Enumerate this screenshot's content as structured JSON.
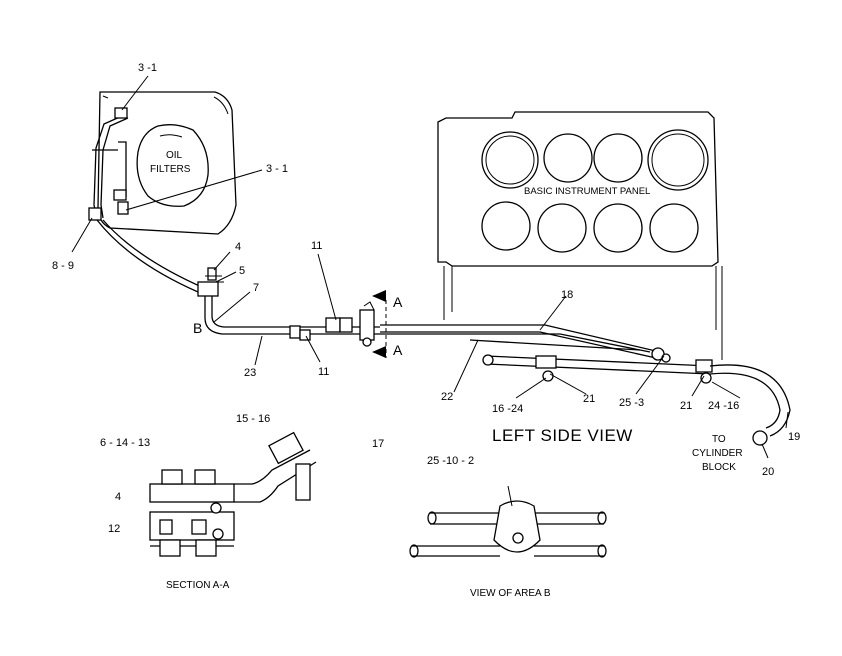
{
  "labels": {
    "callout_3_1_top": "3 -1",
    "callout_3_1_mid": "3 - 1",
    "callout_8_9": "8 - 9",
    "callout_4_top": "4",
    "callout_5": "5",
    "callout_7": "7",
    "callout_b": "B",
    "callout_23": "23",
    "callout_11_top": "11",
    "callout_11_bottom": "11",
    "callout_a_top": "A",
    "callout_a_bottom": "A",
    "callout_18": "18",
    "callout_22": "22",
    "callout_16_24": "16 -24",
    "callout_21_left": "21",
    "callout_25_3": "25 -3",
    "callout_21_right": "21",
    "callout_24_16": "24 -16",
    "callout_19": "19",
    "callout_20": "20",
    "callout_15_16": "15 - 16",
    "callout_17": "17",
    "callout_6_14_13": "6 - 14 - 13",
    "callout_4_bottom": "4",
    "callout_12": "12",
    "callout_25_10_2": "25 -10 - 2"
  },
  "components": {
    "oil_filters_line1": "OIL",
    "oil_filters_line2": "FILTERS",
    "instrument_panel": "BASIC INSTRUMENT PANEL",
    "to_cylinder_block_line1": "TO",
    "to_cylinder_block_line2": "CYLINDER",
    "to_cylinder_block_line3": "BLOCK"
  },
  "views": {
    "left_side_view": "LEFT SIDE VIEW",
    "section_a_a": "SECTION A-A",
    "view_area_b": "VIEW OF AREA B"
  }
}
